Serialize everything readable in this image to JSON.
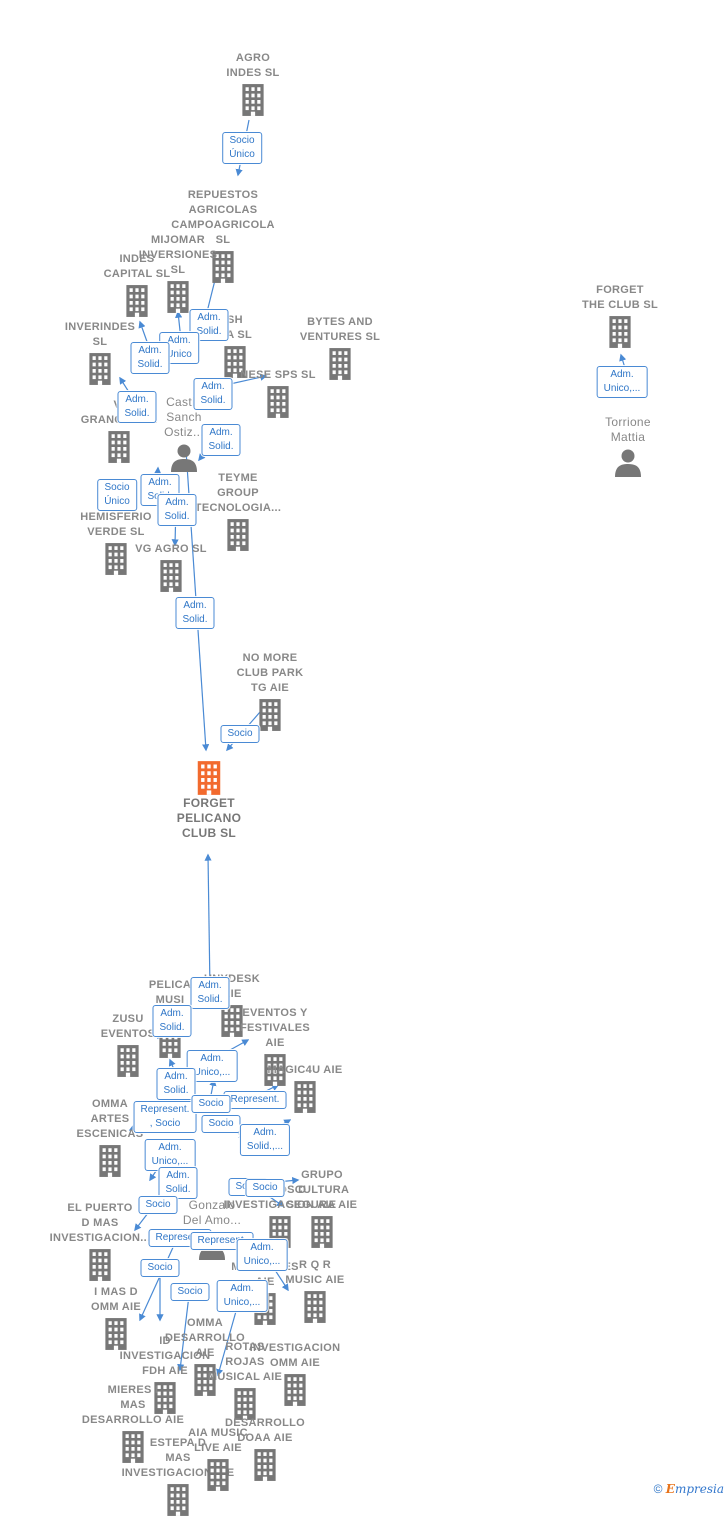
{
  "nodes": [
    {
      "id": "agro",
      "label": "AGRO\nINDES  SL",
      "type": "company"
    },
    {
      "id": "repuestos",
      "label": "REPUESTOS\nAGRICOLAS\nCAMPOAGRICOLA SL",
      "type": "company"
    },
    {
      "id": "mijomar",
      "label": "MIJOMAR\nINVERSIONES\nSL",
      "type": "company"
    },
    {
      "id": "indes_capital",
      "label": "INDES\nCAPITAL  SL",
      "type": "company"
    },
    {
      "id": "inverindes",
      "label": "INVERINDES\nSL",
      "type": "company"
    },
    {
      "id": "sh",
      "label": "SH\n  CA  SL",
      "type": "company"
    },
    {
      "id": "bytes",
      "label": "BYTES AND\nVENTURES  SL",
      "type": "company"
    },
    {
      "id": "nese",
      "label": "NESE SPS  SL",
      "type": "company"
    },
    {
      "id": "granoha",
      "label": "VI\nGRANOHA  SL",
      "type": "company"
    },
    {
      "id": "castie",
      "label": "Castie\nSanch\nOstiz...",
      "type": "person"
    },
    {
      "id": "teyme",
      "label": "TEYME\nGROUP\nTECNOLOGIA...",
      "type": "company"
    },
    {
      "id": "hemisferio",
      "label": "HEMISFERIO\nVERDE  SL",
      "type": "company"
    },
    {
      "id": "vgagro",
      "label": "VG AGRO  SL",
      "type": "company"
    },
    {
      "id": "nomore",
      "label": "NO MORE\nCLUB PARK\nTG AIE",
      "type": "company"
    },
    {
      "id": "focus",
      "label": "FORGET\nPELICANO\nCLUB  SL",
      "type": "focus"
    },
    {
      "id": "forget_the",
      "label": "FORGET\nTHE CLUB  SL",
      "type": "company"
    },
    {
      "id": "torrione",
      "label": "Torrione\nMattia",
      "type": "person"
    },
    {
      "id": "pelica_music",
      "label": "PELICA\nMUSI\nLLC",
      "type": "company"
    },
    {
      "id": "unydesk",
      "label": "UNYDESK\nAIE",
      "type": "company"
    },
    {
      "id": "eventos",
      "label": "EVENTOS Y\nFESTIVALES\nAIE",
      "type": "company"
    },
    {
      "id": "zusu",
      "label": "ZUSU\nEVENTOS",
      "type": "company"
    },
    {
      "id": "magic4u",
      "label": "MAGIC4U AIE",
      "type": "company"
    },
    {
      "id": "omma_artes",
      "label": "OMMA\nARTES\nESCENICAS",
      "type": "company"
    },
    {
      "id": "grupo_cultura",
      "label": "GRUPO\nCULTURA\nSEGURA AIE",
      "type": "company"
    },
    {
      "id": "canos",
      "label": "CAÑOS D\nINVESTIGACION AIE",
      "type": "company"
    },
    {
      "id": "gonzalo",
      "label": "Gonzalo\nDel Amo...",
      "type": "person"
    },
    {
      "id": "elpuerto",
      "label": "EL PUERTO\nD MAS\nINVESTIGACION...",
      "type": "company"
    },
    {
      "id": "rqr",
      "label": "R Q R\nMUSIC AIE",
      "type": "company"
    },
    {
      "id": "musicales",
      "label": "MUSICALES\nAIE",
      "type": "company"
    },
    {
      "id": "imasd",
      "label": "I MAS D\nOMM AIE",
      "type": "company"
    },
    {
      "id": "omma_desarrollo",
      "label": "OMMA\nDESARROLLO\nAIE",
      "type": "company"
    },
    {
      "id": "id_fdh",
      "label": "ID\nINVESTIGACION\nFDH  AIE",
      "type": "company"
    },
    {
      "id": "rojas",
      "label": "ROTAS\nROJAS\nMUSICAL AIE",
      "type": "company"
    },
    {
      "id": "inv_omm",
      "label": "INVESTIGACION\nOMM AIE",
      "type": "company"
    },
    {
      "id": "mieres",
      "label": "MIERES I\nMAS\nDESARROLLO AIE",
      "type": "company"
    },
    {
      "id": "estepa",
      "label": "ESTEPA D\nMAS\nINVESTIGACION AIE",
      "type": "company"
    },
    {
      "id": "aia",
      "label": "AIA MUSIC\nLIVE AIE",
      "type": "company"
    },
    {
      "id": "dooaa",
      "label": "DESARROLLO\nDOAA AIE",
      "type": "company"
    }
  ],
  "relations": [
    {
      "label": "Socio\nÚnico"
    },
    {
      "label": "Adm.\nSolid."
    },
    {
      "label": "Adm.\nUnico"
    },
    {
      "label": "Adm.\nSolid."
    },
    {
      "label": "Adm.\nSolid."
    },
    {
      "label": "Adm.\nSolid."
    },
    {
      "label": "Adm.\nSolid."
    },
    {
      "label": "Socio\nÚnico"
    },
    {
      "label": "Adm.\nSolid."
    },
    {
      "label": "Adm.\nSolid."
    },
    {
      "label": "Adm.\nSolid."
    },
    {
      "label": "Socio"
    },
    {
      "label": "Adm.\nUnico,..."
    },
    {
      "label": "Adm.\nSolid."
    },
    {
      "label": "Adm.\nSolid."
    },
    {
      "label": "Adm.\nUnico,..."
    },
    {
      "label": "Adm.\nSolid."
    },
    {
      "label": "Represent."
    },
    {
      "label": "Represent.\n, Socio"
    },
    {
      "label": "Socio"
    },
    {
      "label": "Socio"
    },
    {
      "label": "Adm.\nSolid.,..."
    },
    {
      "label": "Adm.\nUnico,..."
    },
    {
      "label": "Adm.\nSolid."
    },
    {
      "label": "Socio"
    },
    {
      "label": "Socio"
    },
    {
      "label": "Socio"
    },
    {
      "label": "Represent."
    },
    {
      "label": "Represent."
    },
    {
      "label": "Adm.\nUnico,..."
    },
    {
      "label": "Socio"
    },
    {
      "label": "Socio"
    },
    {
      "label": "Adm.\nUnico,..."
    }
  ],
  "footer": {
    "copyright": "©",
    "brand_initial": "E",
    "brand_rest": "mpresia"
  },
  "colors": {
    "company": "#777777",
    "focus": "#f26a2e",
    "person": "#777777",
    "edge": "#4a8ad4"
  }
}
